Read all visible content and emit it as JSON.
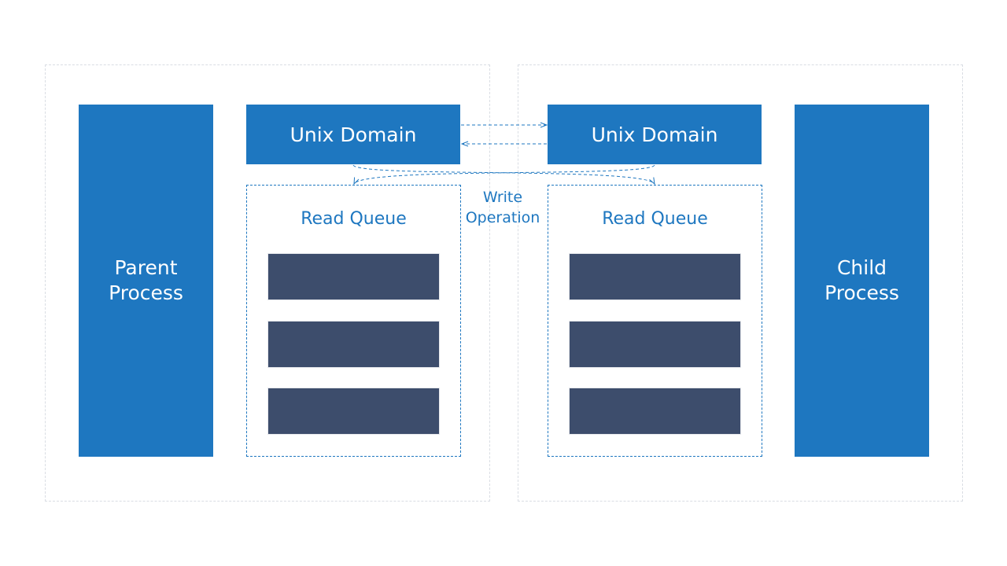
{
  "parent_side": {
    "process_label": "Parent\nProcess",
    "socket_label": "Unix Domain",
    "queue_title": "Read Queue",
    "queue_slot_count": 3
  },
  "child_side": {
    "process_label": "Child\nProcess",
    "socket_label": "Unix Domain",
    "queue_title": "Read Queue",
    "queue_slot_count": 3
  },
  "write_operation_label": "Write\nOperation",
  "colors": {
    "primary_blue": "#1e77c0",
    "queue_slot": "#3d4d6c",
    "frame_border": "#d9dde3"
  }
}
